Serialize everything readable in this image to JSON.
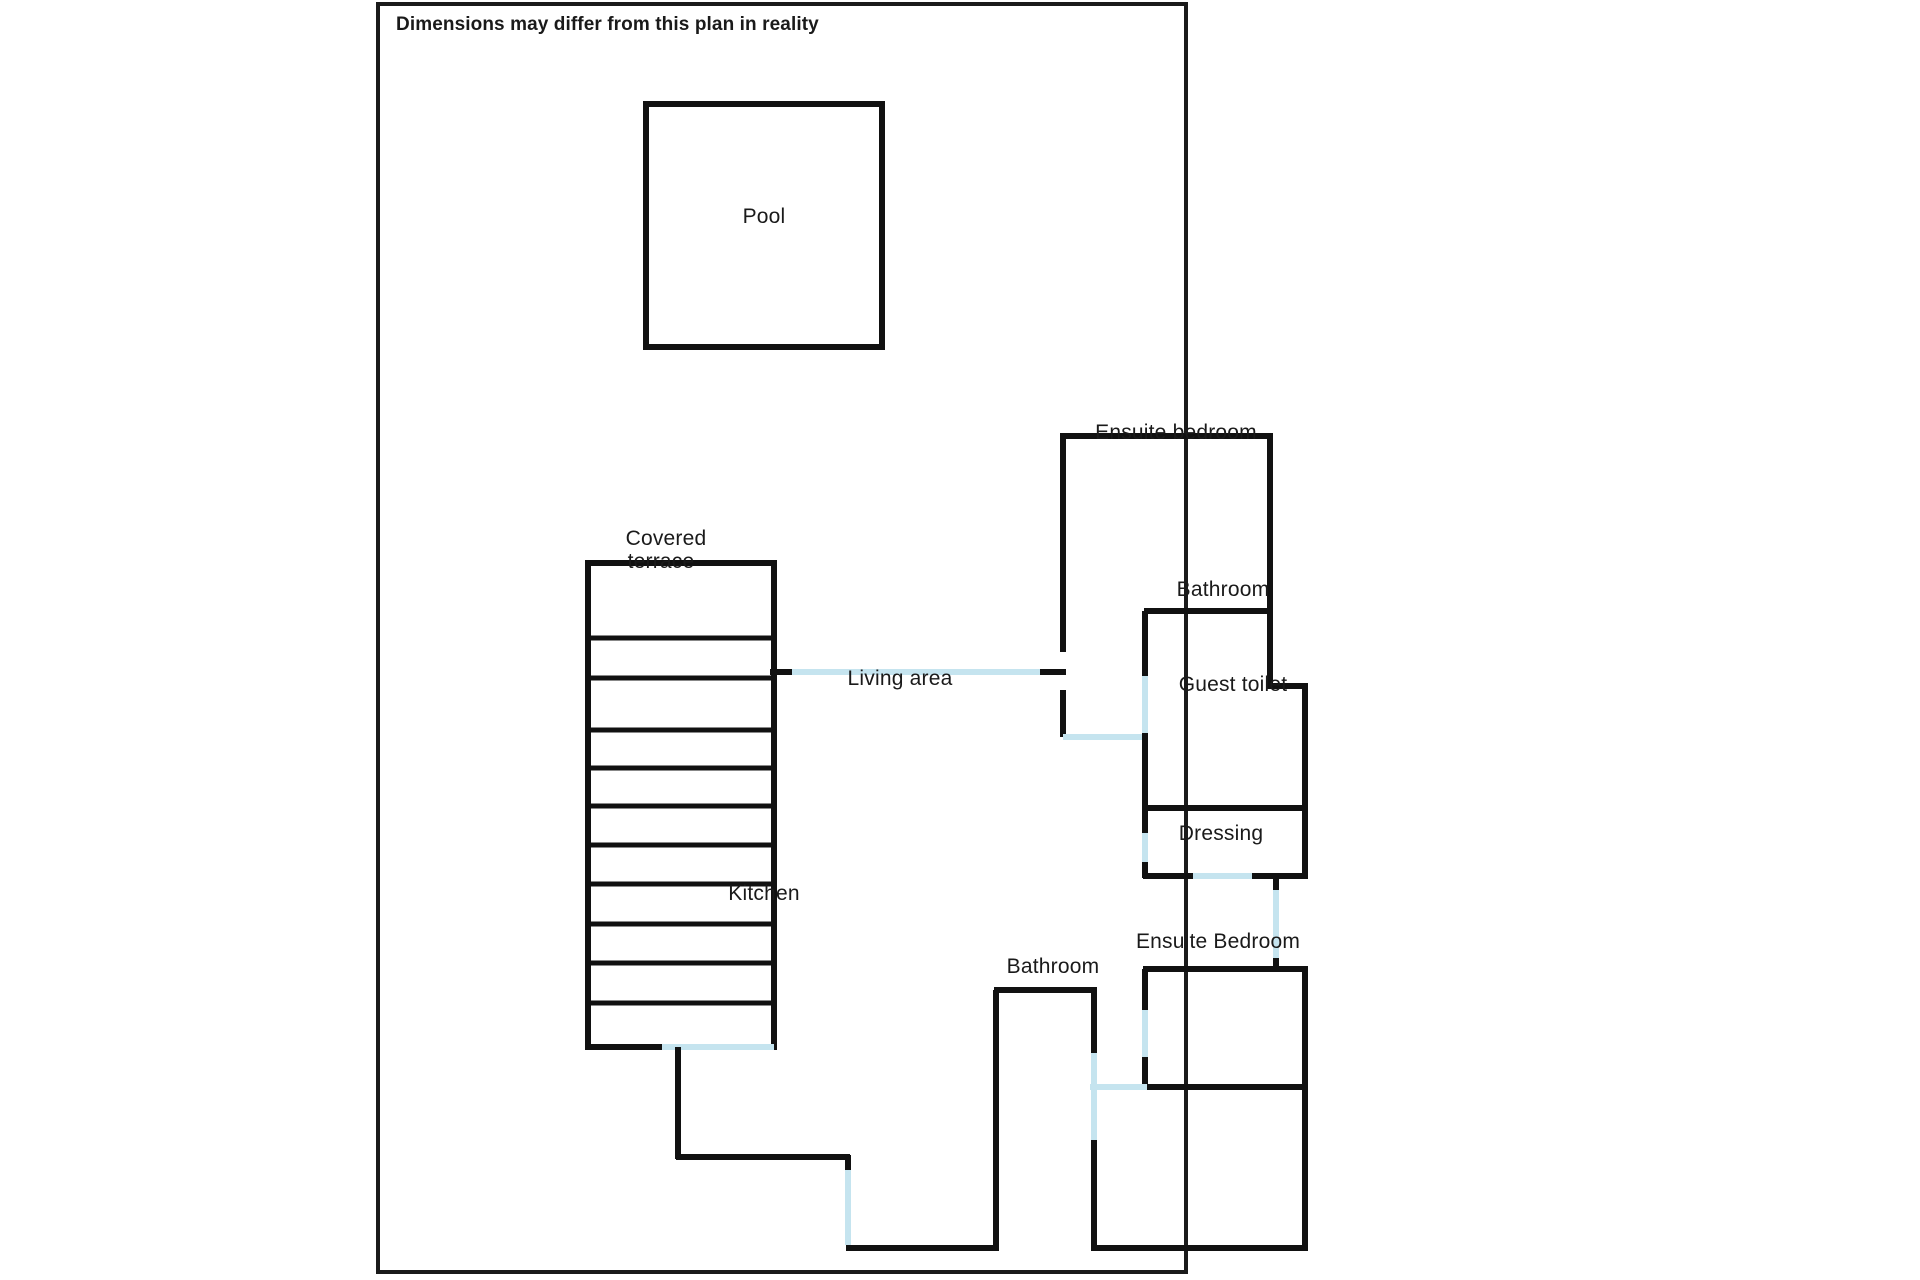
{
  "document": {
    "type": "floor-plan",
    "disclaimer": "Dimensions may differ from this plan in reality",
    "page_border_color": "#1a1a1a",
    "wall_color": "#111111",
    "opening_color": "#c5e4ef",
    "background_color": "#ffffff"
  },
  "rooms": [
    {
      "id": "pool",
      "label": "Pool"
    },
    {
      "id": "covered-terrace",
      "label_line1": "Covered",
      "label_line2": "terrace"
    },
    {
      "id": "living-area",
      "label": "Living area"
    },
    {
      "id": "ensuite-bedroom-upper",
      "label": "Ensuite bedroom"
    },
    {
      "id": "bathroom-upper",
      "label": "Bathroom"
    },
    {
      "id": "guest-toilet",
      "label": "Guest toilet"
    },
    {
      "id": "dressing",
      "label": "Dressing"
    },
    {
      "id": "ensuite-bedroom-lower",
      "label": "Ensuite Bedroom"
    },
    {
      "id": "bathroom-lower",
      "label": "Bathroom"
    },
    {
      "id": "kitchen",
      "label": "Kitchen"
    }
  ],
  "labels": {
    "pool": "Pool",
    "covered_terrace_line1": "Covered",
    "covered_terrace_line2": "terrace",
    "living_area": "Living area",
    "ensuite_bedroom_upper": "Ensuite bedroom",
    "bathroom_upper": "Bathroom",
    "guest_toilet": "Guest toilet",
    "dressing": "Dressing",
    "ensuite_bedroom_lower": "Ensuite Bedroom",
    "bathroom_lower": "Bathroom",
    "kitchen": "Kitchen"
  }
}
